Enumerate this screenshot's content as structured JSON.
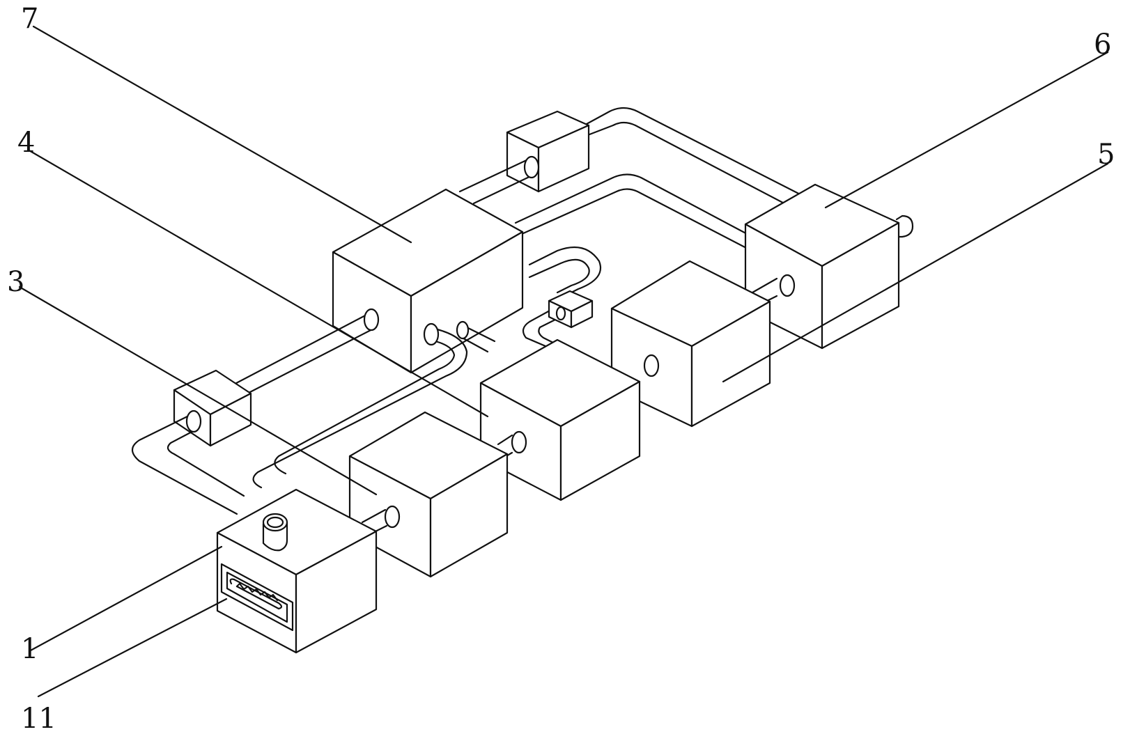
{
  "figure": {
    "labels": {
      "label_1": "1",
      "label_3": "3",
      "label_4": "4",
      "label_5": "5",
      "label_6": "6",
      "label_7": "7",
      "label_11": "11"
    },
    "line_color": "#111111",
    "background": "#ffffff"
  }
}
